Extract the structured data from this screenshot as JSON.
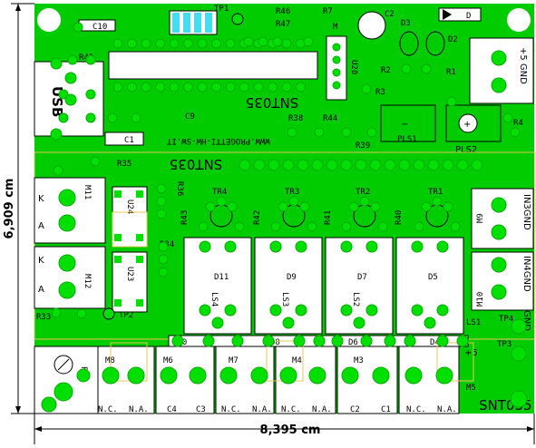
{
  "colors": {
    "board": "#00cc00",
    "pad": "#00e000",
    "silk": "#ffffff",
    "outline": "#000000",
    "highlight": "#e7c85a",
    "connector": "#44ddee"
  },
  "dimensions": {
    "width": "8,395 cm",
    "height": "6,909 cm"
  },
  "board": {
    "title": "SNT035",
    "title_mirrored": "SNT035",
    "url": "WWW.PROGETTI-HW-SW.IT",
    "usb": "USB",
    "supply": "+5 GND",
    "labels": {
      "c10": "C10",
      "tp1": "TP1",
      "r46": "R46",
      "r47": "R47",
      "r7": "R7",
      "c2": "C2",
      "d": "D",
      "d3": "D3",
      "d2": "D2",
      "r45": "R45",
      "m": "M",
      "u20": "U20",
      "r2": "R2",
      "r1": "R1",
      "r3": "R3",
      "c9": "C9",
      "r38": "R38",
      "r44": "R44",
      "r4": "R4",
      "c1": "C1",
      "pls1": "PLS1",
      "r39": "R39",
      "pls2": "PLS2",
      "r35": "R35",
      "m11": "M11",
      "u24": "U24",
      "r36": "R36",
      "tr4": "TR4",
      "tr3": "TR3",
      "tr2": "TR2",
      "tr1": "TR1",
      "m9": "M9",
      "in3gnd": "IN3GND",
      "r43": "R43",
      "r42": "R42",
      "r41": "R41",
      "r40": "R40",
      "r34": "R34",
      "u23": "U23",
      "d11": "D11",
      "d9": "D9",
      "d7": "D7",
      "d5": "D5",
      "m12": "M12",
      "ls4": "LS4",
      "ls3": "LS3",
      "ls2": "LS2",
      "ls1": "LS1",
      "m10": "M10",
      "in4gnd": "IN4GND",
      "r33": "R33",
      "tp2": "TP2",
      "tp4": "TP4",
      "tp3": "TP3",
      "gnd": "GND",
      "d10": "D10",
      "d8": "D8",
      "d6": "D6",
      "d4": "D4",
      "plus5": "+5",
      "p1": "P1",
      "m8": "M8",
      "m6": "M6",
      "m7": "M7",
      "m4": "M4",
      "m3": "M3",
      "m5": "M5",
      "k1": "K",
      "a1": "A",
      "k2": "K",
      "a2": "A"
    },
    "terminals": [
      "N.C.",
      "N.A.",
      "C4",
      "C3",
      "N.C.",
      "N.A.",
      "N.C.",
      "N.A.",
      "C2",
      "C1",
      "N.C.",
      "N.A."
    ]
  }
}
